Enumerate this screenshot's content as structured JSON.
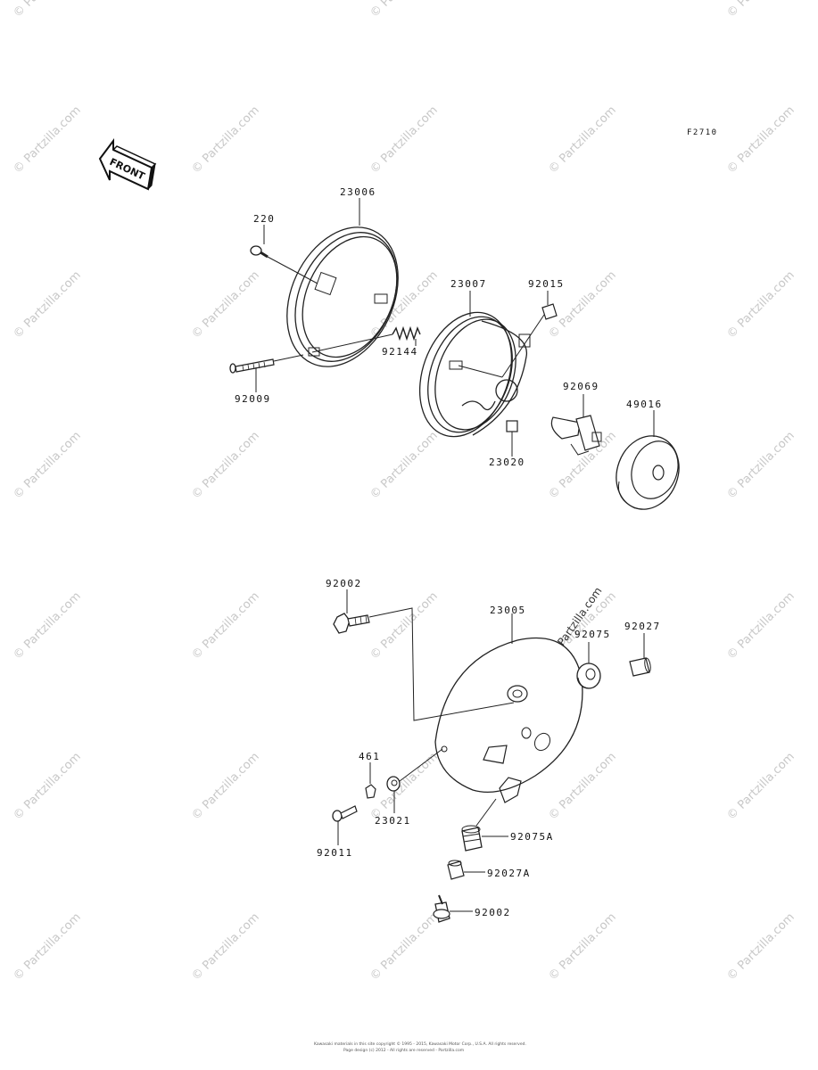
{
  "figure_code": "F2710",
  "front_label": "FRONT",
  "watermark": "© Partzilla.com",
  "parts": {
    "p23006": "23006",
    "p220": "220",
    "p92144": "92144",
    "p92009": "92009",
    "p23007": "23007",
    "p92015": "92015",
    "p92069": "92069",
    "p49016": "49016",
    "p23020": "23020",
    "p92002a": "92002",
    "p23005": "23005",
    "p92075": "92075",
    "p92027": "92027",
    "p461": "461",
    "p92011": "92011",
    "p23021": "23021",
    "p92075A": "92075A",
    "p92027A": "92027A",
    "p92002b": "92002"
  },
  "copyright": {
    "line1": "Kawasaki materials in this site copyright © 1995 - 2015, Kawasaki Motor Corp., U.S.A. All rights reserved.",
    "line2": "Page design (c) 2012 - All rights are reserved - Partzilla.com"
  }
}
